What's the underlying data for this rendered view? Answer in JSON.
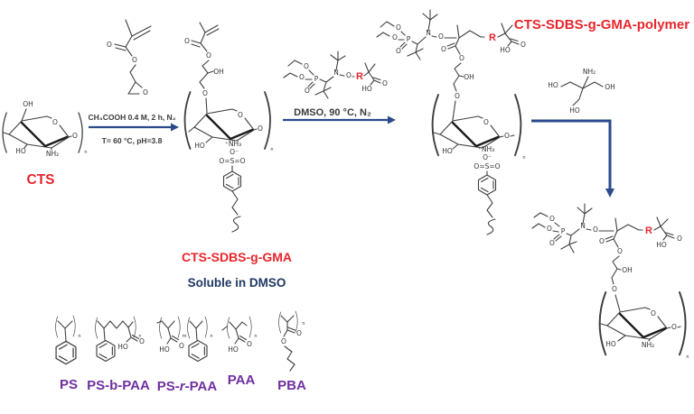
{
  "colors": {
    "label_red": "#e8252b",
    "navy_text": "#1f3864",
    "arrow_blue": "#2a4a8c",
    "polymer_purple": "#7030a0",
    "bond_gray": "#3f3f3f"
  },
  "labels": {
    "cts": "CTS",
    "intermediate": "CTS-SDBS-g-GMA",
    "soluble": "Soluble in DMSO",
    "product": "CTS-SDBS-g-GMA-polymer"
  },
  "arrow1": {
    "line1": "CH₃COOH 0.4 M, 2 h, N₂",
    "line2": "T= 60 °C, pH=3.8"
  },
  "arrow2": {
    "label": "DMSO, 90 °C, N₂"
  },
  "polymers": [
    {
      "label": "PS"
    },
    {
      "label": "PS-b-PAA"
    },
    {
      "parts": [
        "PS-",
        "r",
        "-PAA"
      ]
    },
    {
      "label": "PAA"
    },
    {
      "label": "PBA"
    }
  ],
  "atoms": {
    "O": "O",
    "OH": "OH",
    "HO": "HO",
    "NH2": "NH₂",
    "NH3": "⁺NH₃",
    "Ominus": "O⁻",
    "sulfo": "O=S=O",
    "N": "N",
    "P": "P",
    "R": "R",
    "n": "n",
    "m": "m"
  }
}
